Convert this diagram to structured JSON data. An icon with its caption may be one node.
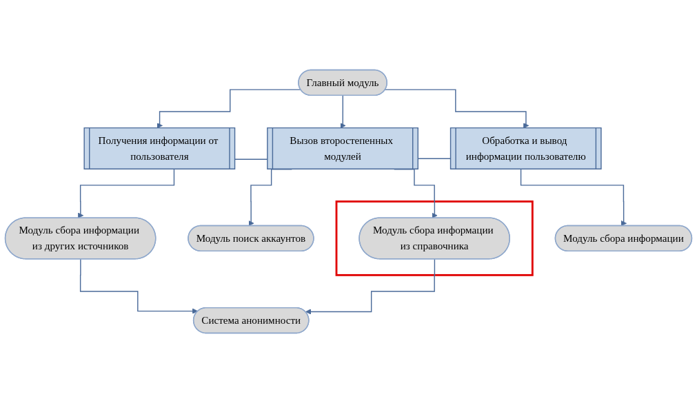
{
  "diagram": {
    "nodes": [
      {
        "text": [
          "Главный модуль"
        ]
      },
      {
        "text": [
          "Получения информации от пользователя"
        ]
      },
      {
        "text": [
          "Вызов второстепенных модулей"
        ]
      },
      {
        "text": [
          "Обработка и вывод информации пользователю"
        ]
      },
      {
        "text": [
          "Модуль поиск аккаунтов"
        ]
      },
      {
        "text": [
          "Модуль сбора информации из других источников"
        ]
      },
      {
        "text": [
          "Модуль сбора информации"
        ]
      },
      {
        "text": [],
        "shape": "box"
      },
      {
        "text": [
          "Модуль сбора информации из справочника"
        ],
        "in": 7
      },
      {
        "text": [
          "Система анонимности"
        ]
      }
    ],
    "edges": [
      {
        "from": 0,
        "to": 1,
        "arrow": "to"
      },
      {
        "from": 0,
        "to": 2,
        "arrow": "to"
      },
      {
        "from": 0,
        "to": 3,
        "arrow": "to"
      },
      {
        "from": 2,
        "to": 4,
        "arrow": "to"
      },
      {
        "from": 2,
        "to": 5,
        "arrow": "to"
      },
      {
        "from": 2,
        "to": 6,
        "arrow": "to"
      },
      {
        "from": 2,
        "to": 8,
        "arrow": "to"
      },
      {
        "from": 5,
        "to": 9,
        "arrow": "to"
      },
      {
        "from": 8,
        "to": 9,
        "arrow": "to"
      }
    ]
  }
}
